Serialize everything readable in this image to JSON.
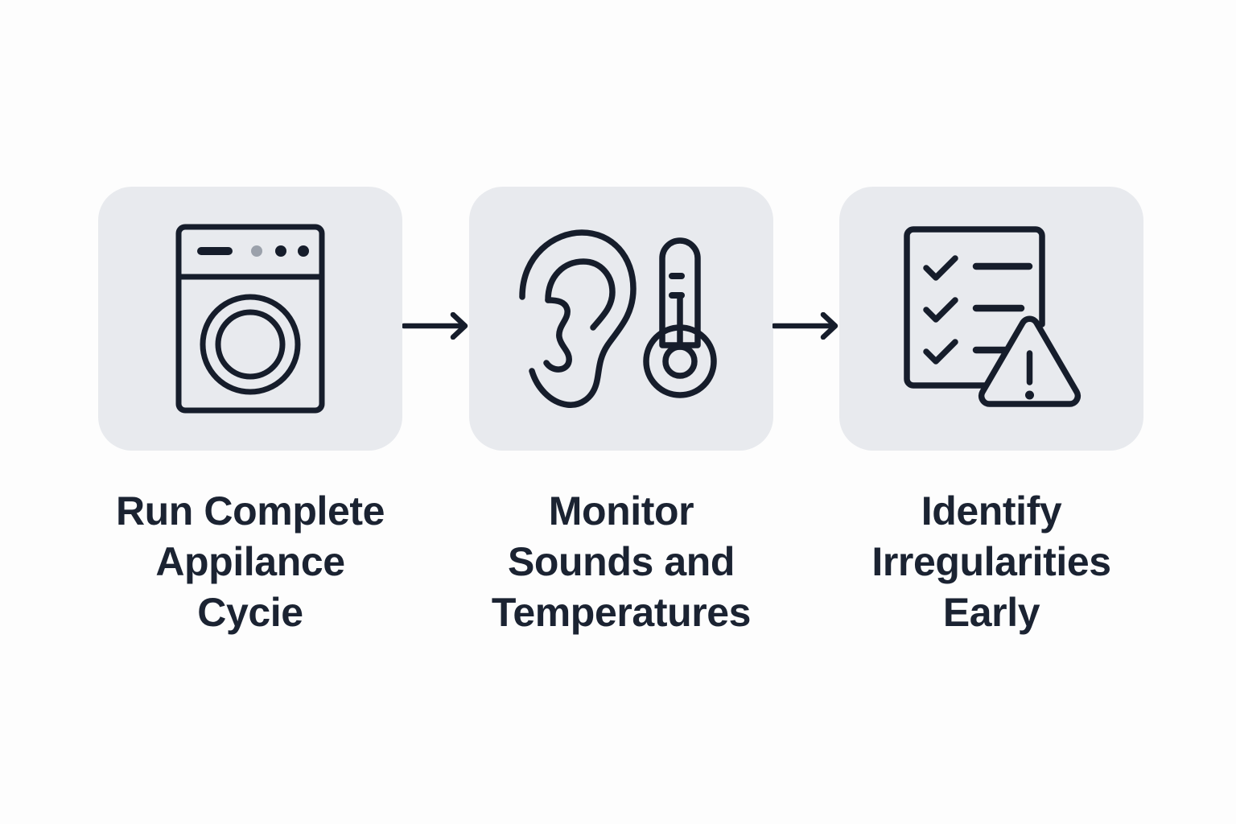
{
  "theme": {
    "background": "#fdfdfd",
    "card_fill": "#e8eaee",
    "stroke": "#161d2b",
    "text": "#1b2332",
    "muted_dot": "#9ba1ab"
  },
  "diagram": {
    "type": "horizontal-process-flow",
    "step_count": 3,
    "connector": "arrow-right",
    "steps": [
      {
        "id": "step-1",
        "icon": "washing-machine-icon",
        "label": "Run Complete Appilance Cycie",
        "label_lines": [
          "Run Complete",
          "Appilance",
          "Cycie"
        ]
      },
      {
        "id": "step-2",
        "icon": "ear-thermometer-icon",
        "label": "Monitor Sounds and Temperatures",
        "label_lines": [
          "Monitor",
          "Sounds and",
          "Temperatures"
        ]
      },
      {
        "id": "step-3",
        "icon": "checklist-warning-icon",
        "label": "Identify Irregularities Early",
        "label_lines": [
          "Identify",
          "Irregularities",
          "Early"
        ]
      }
    ],
    "connectors": [
      {
        "id": "connector-1",
        "from": "step-1",
        "to": "step-2",
        "glyph": "→"
      },
      {
        "id": "connector-2",
        "from": "step-2",
        "to": "step-3",
        "glyph": "→"
      }
    ]
  }
}
